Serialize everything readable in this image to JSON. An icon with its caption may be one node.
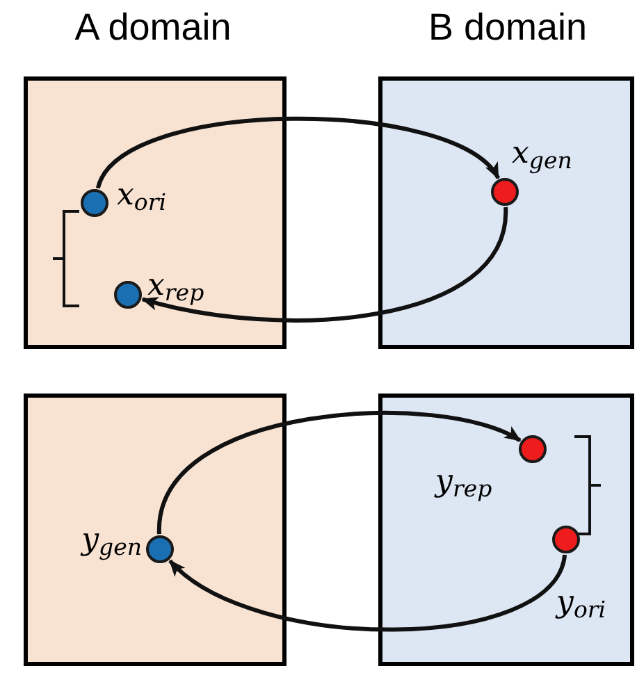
{
  "diagram": {
    "nodes": [
      {
        "text": [],
        "shape": "box"
      },
      {
        "text": [],
        "shape": "circle",
        "in": 0,
        "beside": [
          "x$_{ori}$"
        ]
      },
      {
        "text": [],
        "shape": "circle",
        "in": 0,
        "beside": [
          "x$_{rep}$"
        ]
      },
      {
        "text": [],
        "shape": "box"
      },
      {
        "text": [],
        "shape": "circle",
        "in": 3,
        "beside": [
          "x$_{gen}$"
        ]
      },
      {
        "text": [],
        "shape": "box"
      },
      {
        "text": [],
        "shape": "circle",
        "in": 5,
        "beside": [
          "y$_{gen}$"
        ]
      },
      {
        "text": [],
        "shape": "box"
      },
      {
        "text": [],
        "shape": "circle",
        "in": 7,
        "beside": [
          "y$_{rep}$"
        ]
      },
      {
        "text": [],
        "shape": "circle",
        "in": 7,
        "beside": [
          "y$_{ori}$"
        ]
      }
    ],
    "edges": [
      {
        "from": 1,
        "to": 4,
        "arrow": "to"
      },
      {
        "from": 4,
        "to": 2,
        "arrow": "to"
      },
      {
        "from": 9,
        "to": 6,
        "arrow": "to"
      },
      {
        "from": 6,
        "to": 8,
        "arrow": "to"
      }
    ],
    "labels": [
      "A domain",
      "B domain"
    ]
  }
}
